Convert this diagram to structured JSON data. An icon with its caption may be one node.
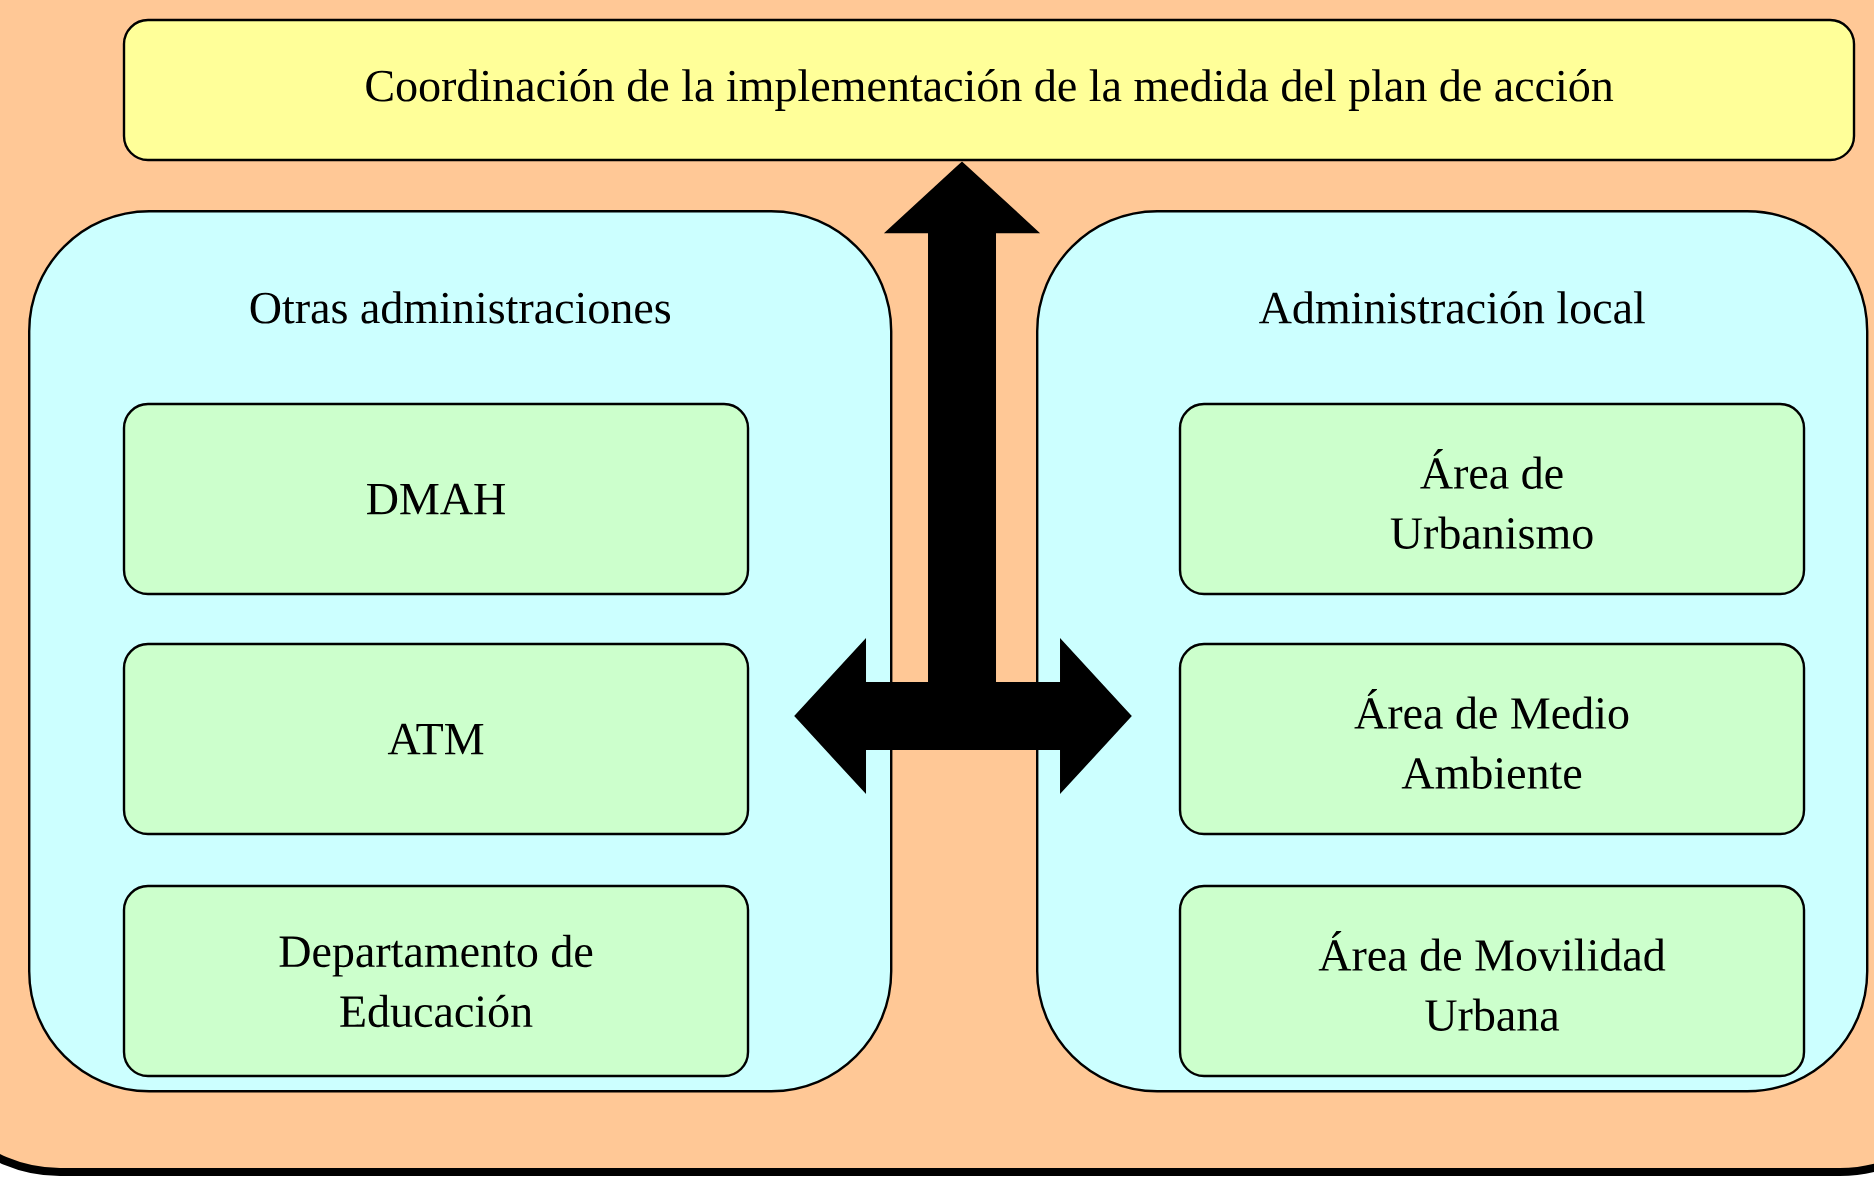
{
  "diagram": {
    "nodes": [
      {
        "text": [
          "Coordinación de la implementación de la medida del plan de acción"
        ]
      },
      {
        "text": [
          "Otras administraciones"
        ]
      },
      {
        "text": [
          "DMAH"
        ],
        "in": 1
      },
      {
        "text": [
          "ATM"
        ],
        "in": 1
      },
      {
        "text": [
          "Departamento de Educación"
        ],
        "in": 1
      },
      {
        "text": [
          "Administración local"
        ]
      },
      {
        "text": [
          "Área de Urbanismo"
        ],
        "in": 5
      },
      {
        "text": [
          "Área de Medio Ambiente"
        ],
        "in": 5
      },
      {
        "text": [
          "Área de Movilidad Urbana"
        ],
        "in": 5
      }
    ],
    "edges": [
      {
        "from": 1,
        "to": 0,
        "arrow": "both"
      },
      {
        "from": 5,
        "to": 0,
        "arrow": "both"
      }
    ]
  }
}
